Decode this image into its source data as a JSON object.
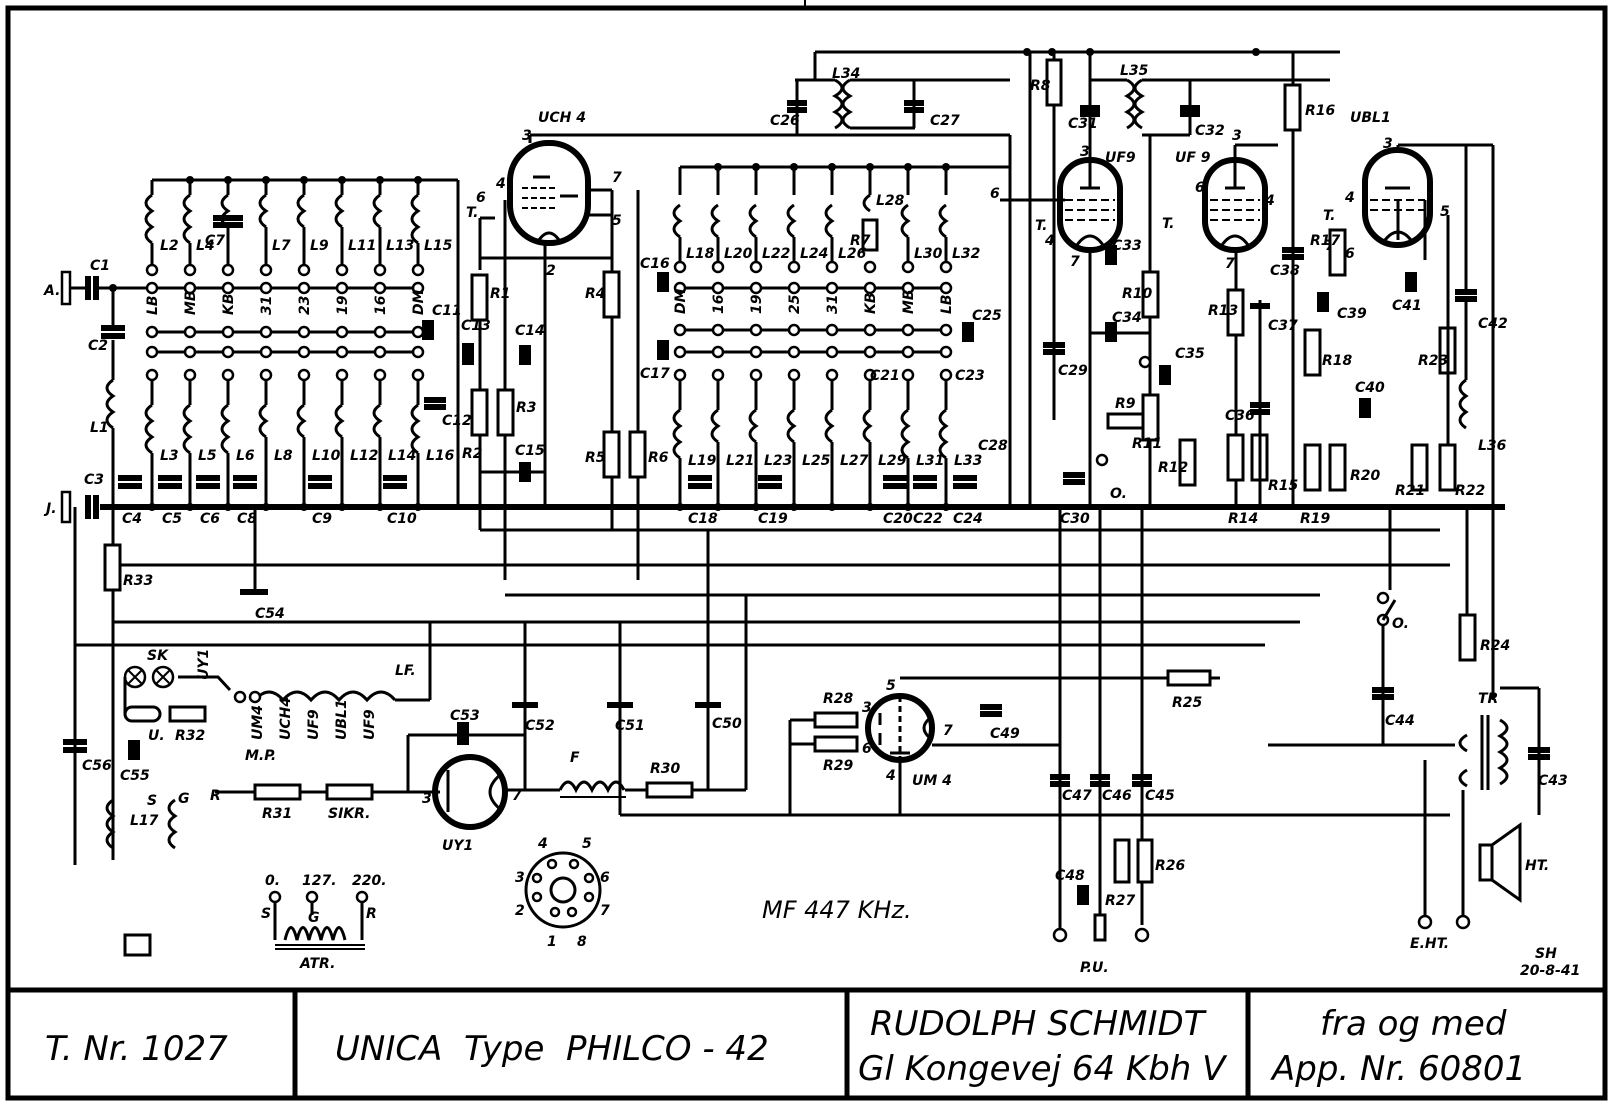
{
  "diagram": {
    "type": "radio receiver circuit schematic",
    "mf_label": "MF 447 KHz.",
    "signature": "SH",
    "date": "20-8-41",
    "tubes": [
      {
        "id": "uch4",
        "label": "UCH 4"
      },
      {
        "id": "uf9a",
        "label": "UF9"
      },
      {
        "id": "uf9b",
        "label": "UF 9"
      },
      {
        "id": "ubl1",
        "label": "UBL1"
      },
      {
        "id": "uy1",
        "label": "UY1"
      },
      {
        "id": "um4",
        "label": "UM 4"
      }
    ],
    "terminals": {
      "antenna": "A.",
      "ground": "J.",
      "pickup": "P.U.",
      "ext_speaker": "E.HT.",
      "speaker": "HT.",
      "output_transformer": "TR",
      "autotransformer": "ATR.",
      "fuse": "SIKR.",
      "filter_choke": "F",
      "switch": "O.",
      "dial_lamps": "SK",
      "thermistor": "U.",
      "mp": "M.P.",
      "lf": "LF."
    },
    "band_labels_left": [
      "LB",
      "MB",
      "KB",
      "31",
      "23",
      "19",
      "16",
      "DM"
    ],
    "band_labels_right": [
      "DM",
      "16",
      "19",
      "25",
      "31",
      "KB",
      "MB",
      "LB"
    ],
    "heater_chain": [
      "UY1",
      "UM4",
      "UCH4",
      "UF9",
      "UBL1",
      "UF9"
    ],
    "atr_taps": [
      {
        "voltage": "0.",
        "tag": "S"
      },
      {
        "voltage": "127.",
        "tag": "G"
      },
      {
        "voltage": "220.",
        "tag": "R"
      }
    ],
    "socket_pins": [
      "1",
      "2",
      "3",
      "4",
      "5",
      "6",
      "7",
      "8"
    ],
    "components": {
      "capacitors": [
        "C1",
        "C2",
        "C3",
        "C4",
        "C5",
        "C6",
        "C7",
        "C8",
        "C9",
        "C10",
        "C11",
        "C12",
        "C13",
        "C14",
        "C15",
        "C16",
        "C17",
        "C18",
        "C19",
        "C20",
        "C21",
        "C22",
        "C23",
        "C24",
        "C25",
        "C26",
        "C27",
        "C28",
        "C29",
        "C30",
        "C31",
        "C32",
        "C33",
        "C34",
        "C35",
        "C36",
        "C37",
        "C38",
        "C39",
        "C40",
        "C41",
        "C42",
        "C43",
        "C44",
        "C45",
        "C46",
        "C47",
        "C48",
        "C49",
        "C50",
        "C51",
        "C52",
        "C53",
        "C54",
        "C55",
        "C56"
      ],
      "resistors": [
        "R1",
        "R2",
        "R3",
        "R4",
        "R5",
        "R6",
        "R7",
        "R8",
        "R9",
        "R10",
        "R11",
        "R12",
        "R13",
        "R14",
        "R15",
        "R16",
        "R17",
        "R18",
        "R19",
        "R20",
        "R21",
        "R22",
        "R23",
        "R24",
        "R25",
        "R26",
        "R27",
        "R28",
        "R29",
        "R30",
        "R31",
        "R32",
        "R33"
      ],
      "inductors": [
        "L1",
        "L2",
        "L3",
        "L4",
        "L5",
        "L6",
        "L7",
        "L8",
        "L9",
        "L10",
        "L11",
        "L12",
        "L13",
        "L14",
        "L15",
        "L16",
        "L17",
        "L18",
        "L19",
        "L20",
        "L21",
        "L22",
        "L23",
        "L24",
        "L25",
        "L26",
        "L27",
        "L28",
        "L29",
        "L30",
        "L31",
        "L32",
        "L33",
        "L34",
        "L35",
        "L36"
      ]
    }
  },
  "title_block": {
    "drawing_number": "T. Nr. 1027",
    "product": "UNICA  Type  PHILCO - 42",
    "maker_name": "RUDOLPH SCHMIDT",
    "maker_address": "Gl Kongevej 64 Kbh V",
    "valid_from_line1": "fra og med",
    "valid_from_line2": "App. Nr. 60801"
  }
}
